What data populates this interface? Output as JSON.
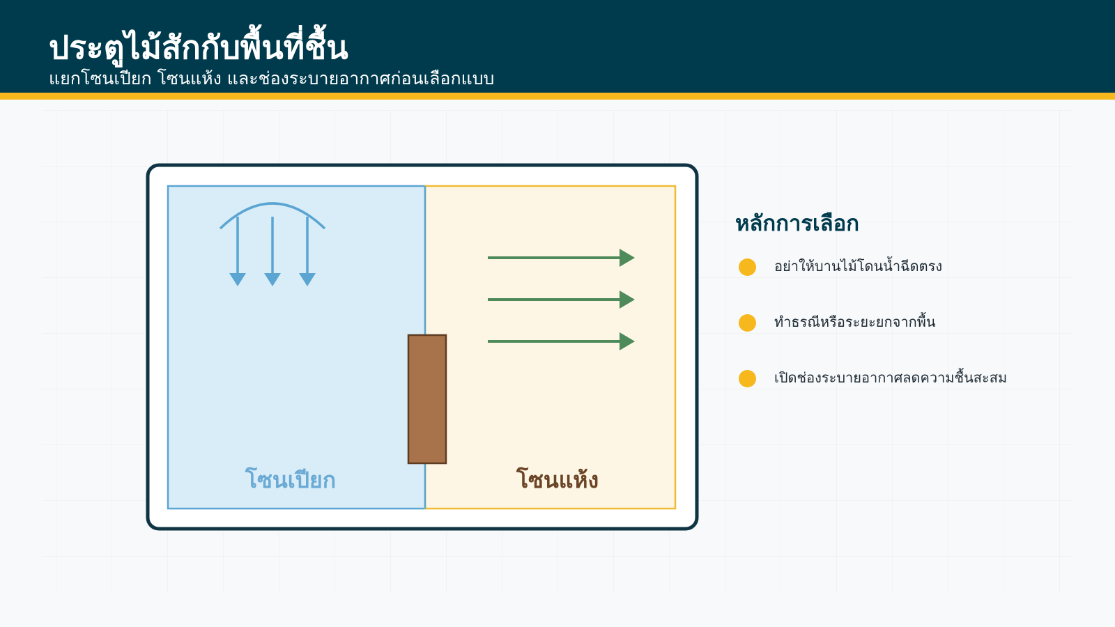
{
  "header": {
    "title": "ประตูไม้สักกับพื้นที่ชื้น",
    "subtitle": "แยกโซนเปียก โซนแห้ง และช่องระบายอากาศก่อนเลือกแบบ"
  },
  "diagram": {
    "wet_zone_label": "โซนเปียก",
    "dry_zone_label": "โซนแห้ง"
  },
  "side_panel": {
    "title": "หลักการเลือก",
    "items": [
      {
        "text": "อย่าให้บานไม้โดนน้ำฉีดตรง"
      },
      {
        "text": "ทำธรณีหรือระยะยกจากพื้น"
      },
      {
        "text": "เปิดช่องระบายอากาศลดความชื้นสะสม"
      }
    ]
  },
  "colors": {
    "header_bg": "#003a4d",
    "accent": "#f6b81c",
    "wet_zone": "#d9edf8",
    "wet_zone_stroke": "#5aa5d2",
    "dry_zone": "#fdf6e5",
    "dry_zone_stroke": "#f0bb35",
    "door": "#a8734a",
    "airflow_arrow": "#4f8a5a"
  },
  "icons": [
    "shower-icon",
    "airflow-arrow-icon",
    "door-icon"
  ]
}
